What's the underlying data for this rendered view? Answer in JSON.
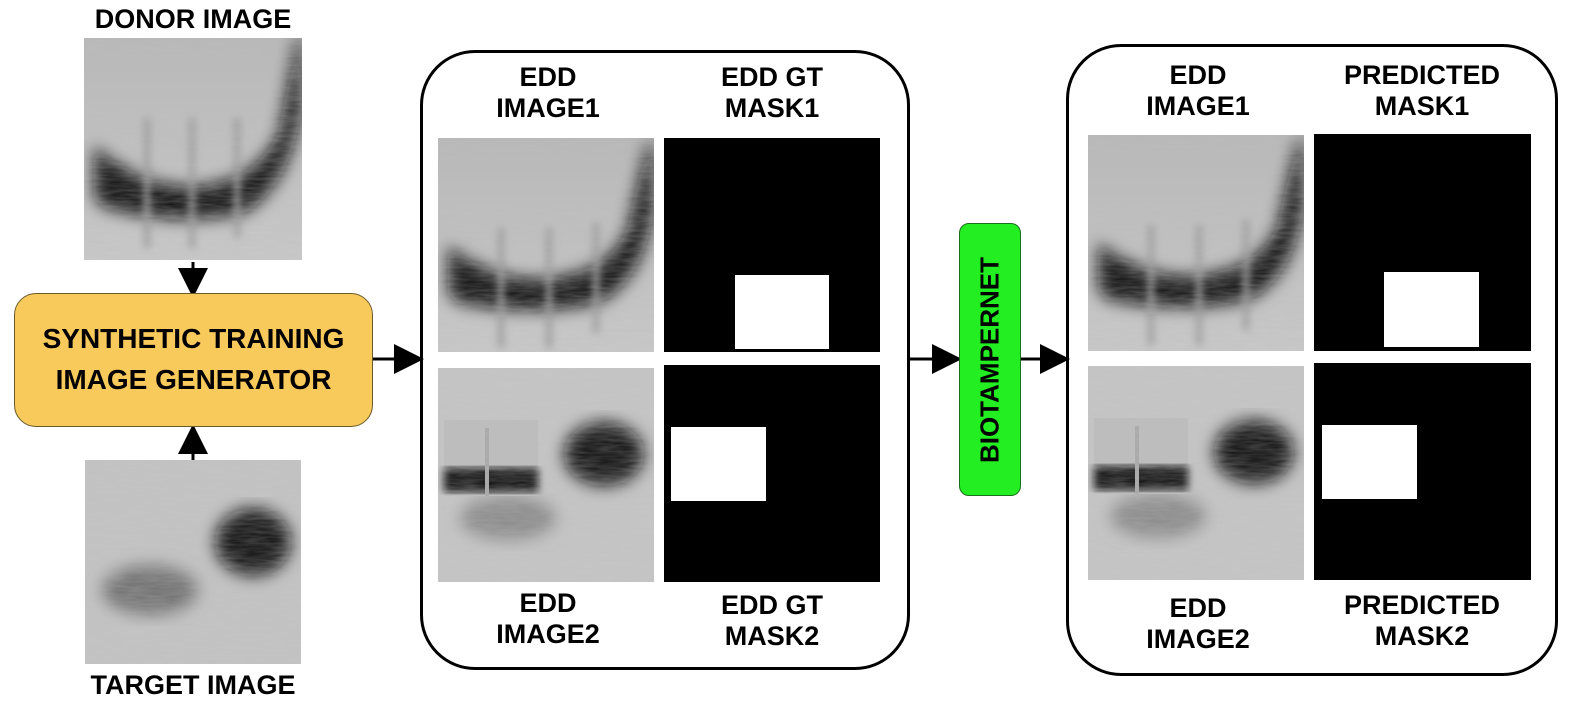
{
  "donor_label": "DONOR IMAGE",
  "target_label": "TARGET IMAGE",
  "generator": {
    "line1": "SYNTHETIC TRAINING",
    "line2": "IMAGE GENERATOR",
    "color": "#f8c95b"
  },
  "network": {
    "label": "BIOTAMPERNET",
    "color": "#22ee22"
  },
  "panel1": {
    "image1": {
      "line1": "EDD",
      "line2": "IMAGE1"
    },
    "mask1": {
      "line1": "EDD GT",
      "line2": "MASK1"
    },
    "image2": {
      "line1": "EDD",
      "line2": "IMAGE2"
    },
    "mask2": {
      "line1": "EDD GT",
      "line2": "MASK2"
    }
  },
  "panel2": {
    "image1": {
      "line1": "EDD",
      "line2": "IMAGE1"
    },
    "mask1": {
      "line1": "PREDICTED",
      "line2": "MASK1"
    },
    "image2": {
      "line1": "EDD",
      "line2": "IMAGE2"
    },
    "mask2": {
      "line1": "PREDICTED",
      "line2": "MASK2"
    }
  }
}
